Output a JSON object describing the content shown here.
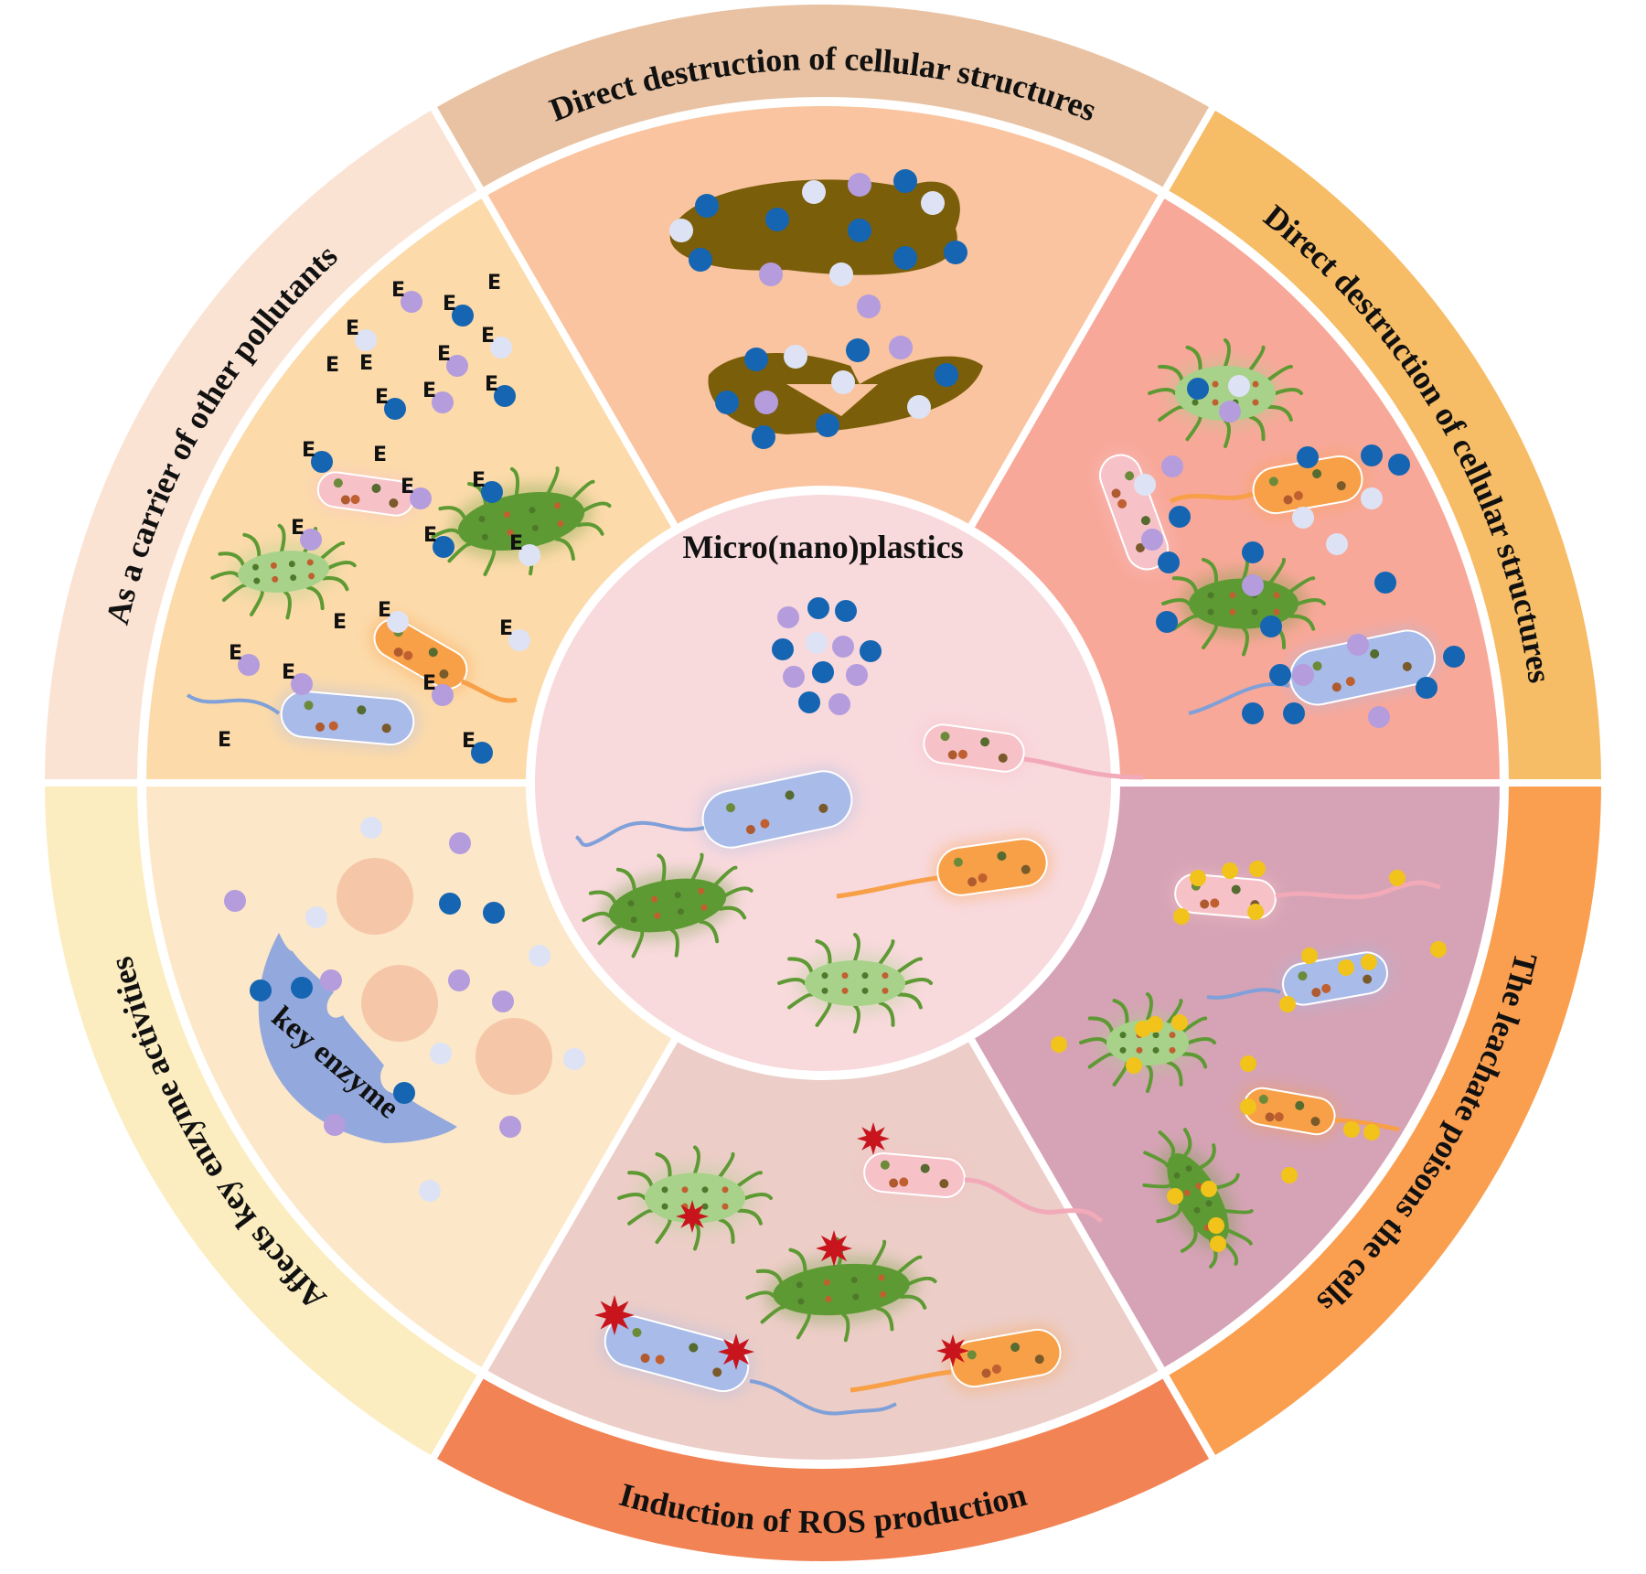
{
  "center": {
    "title": "Micro(nano)plastics"
  },
  "segments": [
    {
      "id": "top",
      "label": "Direct destruction of cellular structures",
      "ring_color": "#E8C2A2",
      "inner_color": "#F9C49F"
    },
    {
      "id": "upper-right",
      "label": "Direct destruction of cellular structures",
      "ring_color": "#F6BC66",
      "inner_color": "#F8A899"
    },
    {
      "id": "lower-right",
      "label": "The leachate poisons the cells",
      "ring_color": "#FA9E4F",
      "inner_color": "#D5A3B5"
    },
    {
      "id": "bottom",
      "label": "Induction of ROS production",
      "ring_color": "#F28354",
      "inner_color": "#ECCDC7"
    },
    {
      "id": "lower-left",
      "label": "Affects key enzyme activities",
      "ring_color": "#FBEDC0",
      "inner_color": "#FCE8C8"
    },
    {
      "id": "upper-left",
      "label": "As a carrier of other pollutants",
      "ring_color": "#FBE3D4",
      "inner_color": "#FCDAAA"
    }
  ],
  "enzyme": {
    "label": "key enzyme"
  },
  "pollutant_mark": "E",
  "colors": {
    "center_disc": "#F8D9DC",
    "particle_blue": "#1565B2",
    "particle_lilac": "#B49CDD",
    "particle_pale": "#DDE3F5",
    "leachate_yellow": "#F2C31A",
    "ros_red": "#C8141C",
    "debris_brown": "#7A5E0A",
    "bacterium_blue": "#A9BBE8",
    "bacterium_pink": "#F6C2C8",
    "bacterium_orange": "#F7A048",
    "bacterium_green": "#5E9A33",
    "bacterium_lightgreen": "#A8D18A",
    "enzyme_blue": "#93A9DE",
    "substrate_peach": "#F5C7A8"
  }
}
